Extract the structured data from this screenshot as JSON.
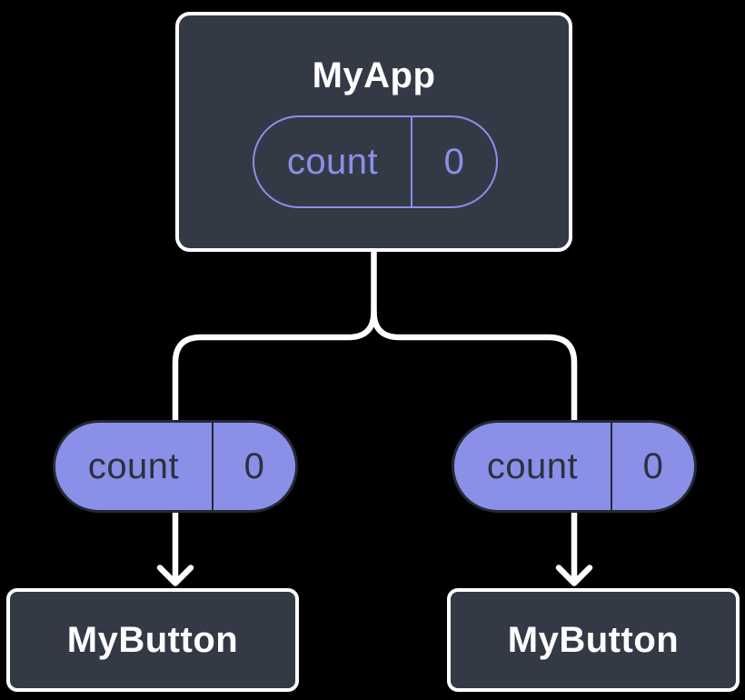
{
  "diagram": {
    "description": "React component tree: parent state passed down as props",
    "background_color": "#000000",
    "colors": {
      "card_fill": "#333a45",
      "card_border": "#ffffff",
      "accent_purple": "#8a90e8",
      "pill_dark_border": "#252a33",
      "pill_dark_text": "#2b313c",
      "connector": "#ffffff"
    },
    "root": {
      "title": "MyApp",
      "state": {
        "name": "count",
        "value": "0"
      }
    },
    "children": [
      {
        "title": "MyButton",
        "prop": {
          "name": "count",
          "value": "0"
        }
      },
      {
        "title": "MyButton",
        "prop": {
          "name": "count",
          "value": "0"
        }
      }
    ]
  }
}
